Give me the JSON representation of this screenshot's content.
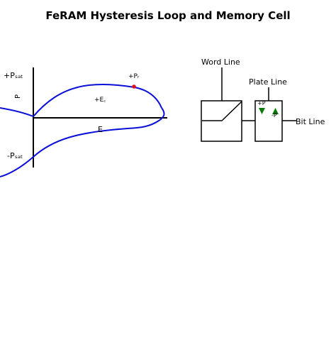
{
  "title": "FeRAM Hysteresis Loop and Memory Cell",
  "hysteresis": {
    "p_sat_pos_label": "+Pₛₐₜ",
    "p_sat_neg_label": "-Pₛₐₜ",
    "p_axis_label": "P",
    "e_axis_label": "E",
    "remanent_label": "+Pᵣ",
    "coercive_label": "+E꜀",
    "loop_color": "#0a10d8",
    "remanent_point_color": "#e0101a"
  },
  "cell": {
    "word_line_label": "Word Line",
    "plate_line_label": "Plate Line",
    "bit_line_label": "Bit Line",
    "pos_pol_label": "+P",
    "neg_pol_label": "-P",
    "arrow_color": "#0a7a0a"
  }
}
